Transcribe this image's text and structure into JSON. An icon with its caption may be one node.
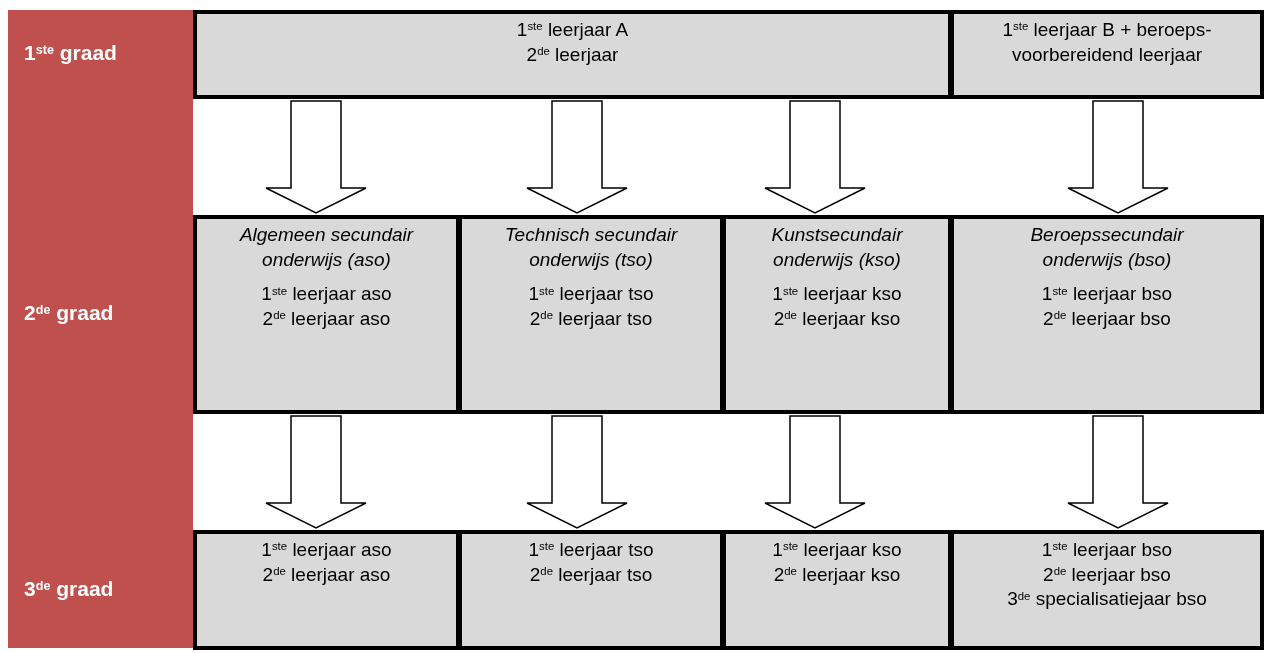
{
  "diagram": {
    "nodes": [
      {
        "text": [],
        "shape": "bar"
      },
      {
        "text": [
          "1$^{ste}$ graad"
        ],
        "in": 0
      },
      {
        "text": [
          "2$^{de}$ graad"
        ],
        "in": 0
      },
      {
        "text": [
          "3$^{de}$ graad"
        ],
        "in": 0
      },
      {
        "text": [
          "1$^{ste}$ leerjaar A",
          "2$^{de}$ leerjaar"
        ]
      },
      {
        "text": [
          "1$^{ste}$ leerjaar B + beroeps-voorbereidend leerjaar"
        ]
      },
      {
        "text": [
          "Algemeen secundair onderwijs (aso)",
          "1$^{ste}$ leerjaar aso",
          "2$^{de}$ leerjaar aso"
        ]
      },
      {
        "text": [
          "Technisch secundair onderwijs (tso)",
          "1$^{ste}$ leerjaar tso",
          "2$^{de}$ leerjaar tso"
        ]
      },
      {
        "text": [
          "Kunstsecundair onderwijs (kso)",
          "1$^{ste}$ leerjaar kso",
          "2$^{de}$ leerjaar kso"
        ]
      },
      {
        "text": [
          "Beroepssecundair onderwijs (bso)",
          "1$^{ste}$ leerjaar bso",
          "2$^{de}$ leerjaar bso"
        ]
      },
      {
        "text": [
          "1$^{ste}$ leerjaar aso",
          "2$^{de}$ leerjaar aso"
        ]
      },
      {
        "text": [
          "1$^{ste}$ leerjaar tso",
          "2$^{de}$ leerjaar tso"
        ]
      },
      {
        "text": [
          "1$^{ste}$ leerjaar kso",
          "2$^{de}$ leerjaar kso"
        ]
      },
      {
        "text": [
          "1$^{ste}$ leerjaar bso",
          "2$^{de}$ leerjaar bso",
          "3$^{de}$ specialisatiejaar bso"
        ]
      }
    ],
    "edges": [
      {
        "from": 4,
        "to": 6,
        "arrow": "to"
      },
      {
        "from": 4,
        "to": 7,
        "arrow": "to"
      },
      {
        "from": 4,
        "to": 8,
        "arrow": "to"
      },
      {
        "from": 5,
        "to": 9,
        "arrow": "to"
      },
      {
        "from": 6,
        "to": 10,
        "arrow": "to"
      },
      {
        "from": 7,
        "to": 11,
        "arrow": "to"
      },
      {
        "from": 8,
        "to": 12,
        "arrow": "to"
      },
      {
        "from": 9,
        "to": 13,
        "arrow": "to"
      }
    ]
  }
}
